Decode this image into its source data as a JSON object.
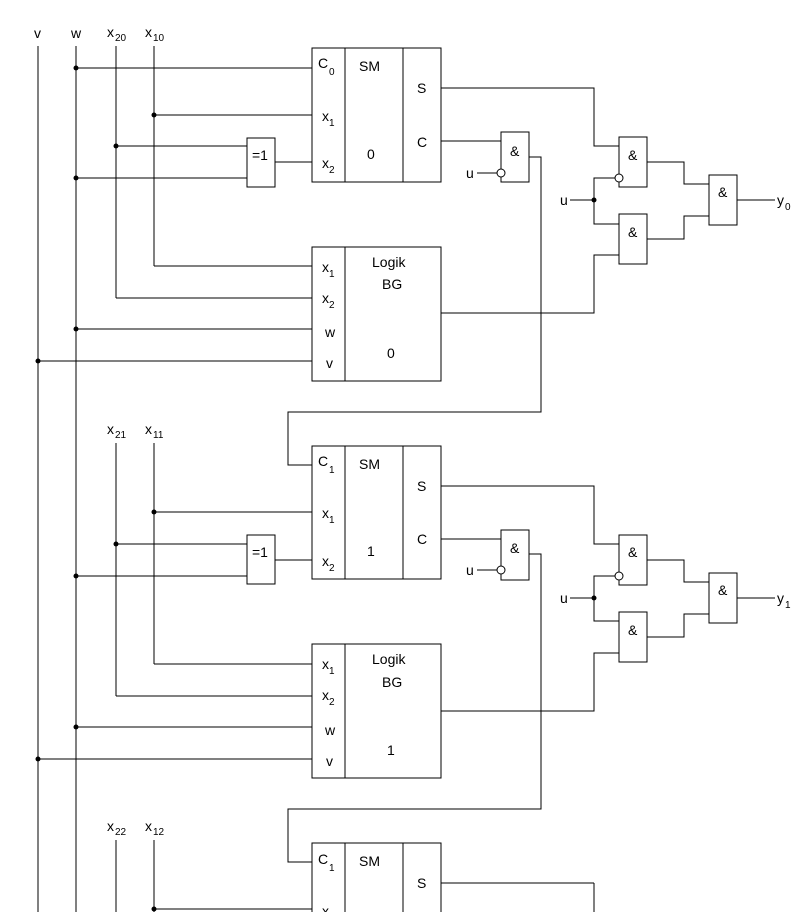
{
  "inputs": {
    "v": "v",
    "w": "w",
    "x20": {
      "base": "x",
      "sub": "20"
    },
    "x10": {
      "base": "x",
      "sub": "10"
    },
    "x21": {
      "base": "x",
      "sub": "21"
    },
    "x11": {
      "base": "x",
      "sub": "11"
    },
    "x22": {
      "base": "x",
      "sub": "22"
    },
    "x12": {
      "base": "x",
      "sub": "12"
    }
  },
  "sm_block": {
    "title": "SM",
    "carry_label": "C",
    "x_label": "x",
    "sum_out": "S",
    "carry_out": "C",
    "sub_c0": "0",
    "sub_c1": "1",
    "sub_x1": "1",
    "sub_x2": "2",
    "index0": "0",
    "index1": "1"
  },
  "logic_block": {
    "title_line1": "Logik",
    "title_line2": "BG",
    "x_label": "x",
    "sub_x1": "1",
    "sub_x2": "2",
    "w_label": "w",
    "v_label": "v",
    "index0": "0",
    "index1": "1"
  },
  "gates": {
    "xor": "=1",
    "and": "&",
    "u_label": "u"
  },
  "outputs": {
    "y0": {
      "base": "y",
      "sub": "0"
    },
    "y1": {
      "base": "y",
      "sub": "1"
    }
  }
}
